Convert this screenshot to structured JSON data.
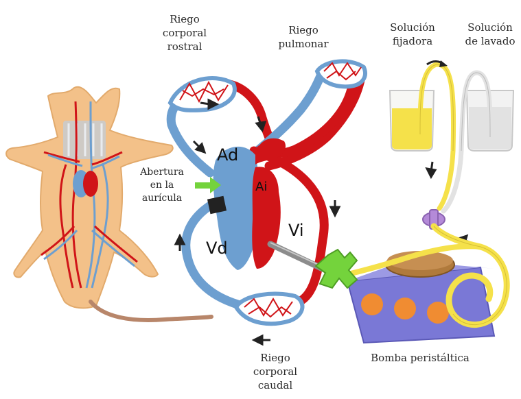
{
  "labels": {
    "riego_rostral": [
      "Riego",
      "corporal",
      "rostral"
    ],
    "riego_pulmonar": [
      "Riego",
      "pulmonar"
    ],
    "solucion_fijadora": [
      "Solución",
      "fijadora"
    ],
    "solucion_lavado": [
      "Solución",
      "de lavado"
    ],
    "abertura": [
      "Abertura",
      "en la",
      "aurícula"
    ],
    "riego_caudal": [
      "Riego",
      "corporal",
      "caudal"
    ],
    "bomba": "Bomba peristáltica"
  },
  "chambers": {
    "ad": "Ad",
    "ai": "Ai",
    "vd": "Vd",
    "vi": "Vi"
  },
  "colors": {
    "arterial_red": "#d01418",
    "venous_blue": "#6d9fd0",
    "body_tan": "#f3c189",
    "fixative_yellow": "#f5e14a",
    "wash_grey": "#e2e2e2",
    "pump_purple": "#7a78d6",
    "pump_lid_brown": "#b07a3c",
    "cannula_green": "#74d33c",
    "valve_purple": "#b48ad8",
    "needle_grey": "#8c8c8c"
  }
}
